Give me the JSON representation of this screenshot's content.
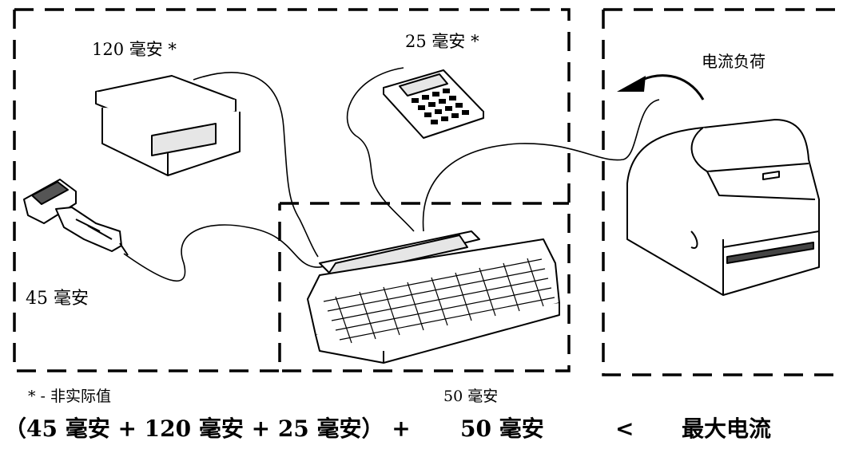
{
  "labels": {
    "scale": "120 毫安 *",
    "keypad": "25 毫安 *",
    "scanner": "45 毫安",
    "keyboard": "50 毫安",
    "printer": "电流负荷",
    "footnote": "* - 非实际值"
  },
  "formula": {
    "sum": "（45 毫安 + 120 毫安 + 25 毫安） +",
    "keyboard_term": "50 毫安",
    "operator": "<",
    "result": "最大电流"
  },
  "colors": {
    "ink": "#000000",
    "device_fill": "#ffffff"
  }
}
